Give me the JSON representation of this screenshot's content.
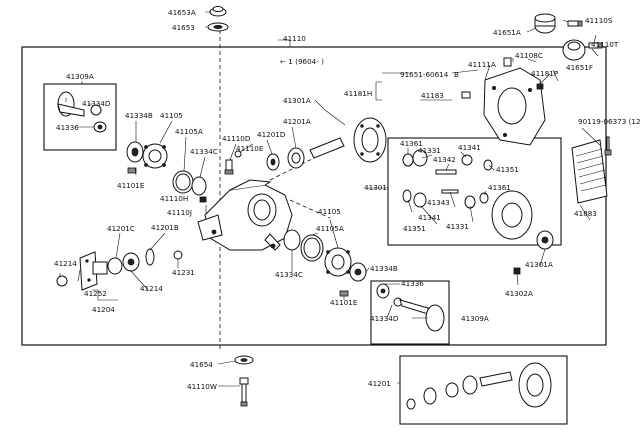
{
  "labels": {
    "l41653A": "41653A",
    "l41653": "41653",
    "l41110": "41110",
    "l41651A": "41651A",
    "l41110S": "41110S",
    "l41110T": "41110T",
    "l41651F": "41651F",
    "l41309A_top": "41309A",
    "l41334D_top": "41334D",
    "l41336_top": "41336",
    "range": "← 1   (9604-      )",
    "l41108C": "41108C",
    "l41111A": "41111A",
    "l91651": "91651-60614",
    "lB": "B",
    "l41181P": "41181P",
    "l41181H": "41181H",
    "l41183": "41183",
    "l41301A_top": "41301A",
    "l90119": "90119-06373 (12)",
    "l41334B_top": "41334B",
    "l41105_top": "41105",
    "l41105A_top": "41105A",
    "l41334C_top": "41334C",
    "l41110D": "41110D",
    "l41110E": "41110E",
    "l41201D": "41201D",
    "l41201A": "41201A",
    "l41361_a": "41361",
    "l41331_a": "41331",
    "l41342": "41342",
    "l41341_a": "41341",
    "l41351_a": "41351",
    "l41101E_top": "41101E",
    "l41110H": "41110H",
    "l41110J": "41110J",
    "l41301": "41301",
    "l41343": "41343",
    "l41341_b": "41341",
    "l41361_b": "41361",
    "l41351_b": "41351",
    "l41331_b": "41331",
    "l41883": "41883",
    "l41201C": "41201C",
    "l41201B": "41201B",
    "l41105_mid": "41105",
    "l41105A_mid": "41105A",
    "l41214_a": "41214",
    "l41231": "41231",
    "l41214_b": "41214",
    "l41252": "41252",
    "l41204": "41204",
    "l41334C_mid": "41334C",
    "l41334B_mid": "41334B",
    "l41336_mid": "41336",
    "l41301A_mid": "41301A",
    "l41302A": "41302A",
    "l41101E_mid": "41101E",
    "l41334D_mid": "41334D",
    "l41309A_mid": "41309A",
    "l41654": "41654",
    "l41110W": "41110W",
    "l41201": "41201"
  }
}
